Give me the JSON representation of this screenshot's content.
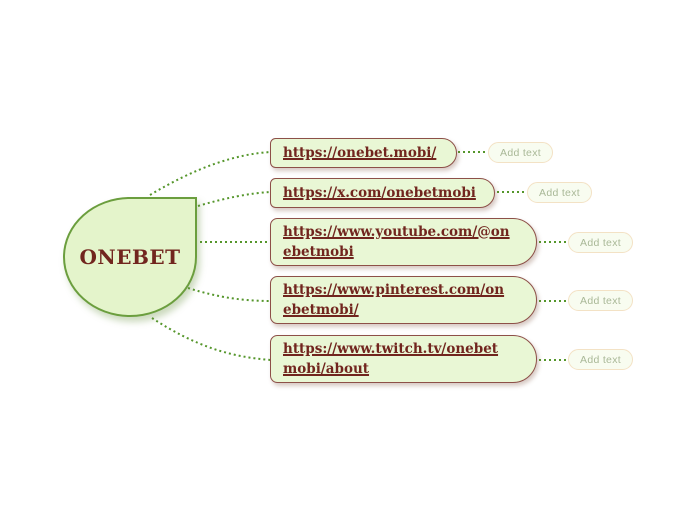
{
  "central_node": {
    "label": "ONEBET"
  },
  "nodes": [
    {
      "url": "https://onebet.mobi/",
      "add_button": "Add text"
    },
    {
      "url": "https://x.com/onebetmobi",
      "add_button": "Add text"
    },
    {
      "url": "https://www.youtube.com/@onebetmobi",
      "add_button": "Add text"
    },
    {
      "url": "https://www.pinterest.com/onebetmobi/",
      "add_button": "Add text"
    },
    {
      "url": "https://www.twitch.tv/onebetmobi/about",
      "add_button": "Add text"
    }
  ],
  "colors": {
    "background": "#ffffff",
    "central_fill": "#e4f4cb",
    "central_border": "#6b9e3e",
    "node_fill": "#e9f7d5",
    "node_border": "#8d5048",
    "link_text": "#71251e",
    "connector": "#55962b",
    "add_button_fill": "#f8fcf0",
    "add_button_border": "#f3e2c5",
    "add_button_text": "#a9b897"
  }
}
